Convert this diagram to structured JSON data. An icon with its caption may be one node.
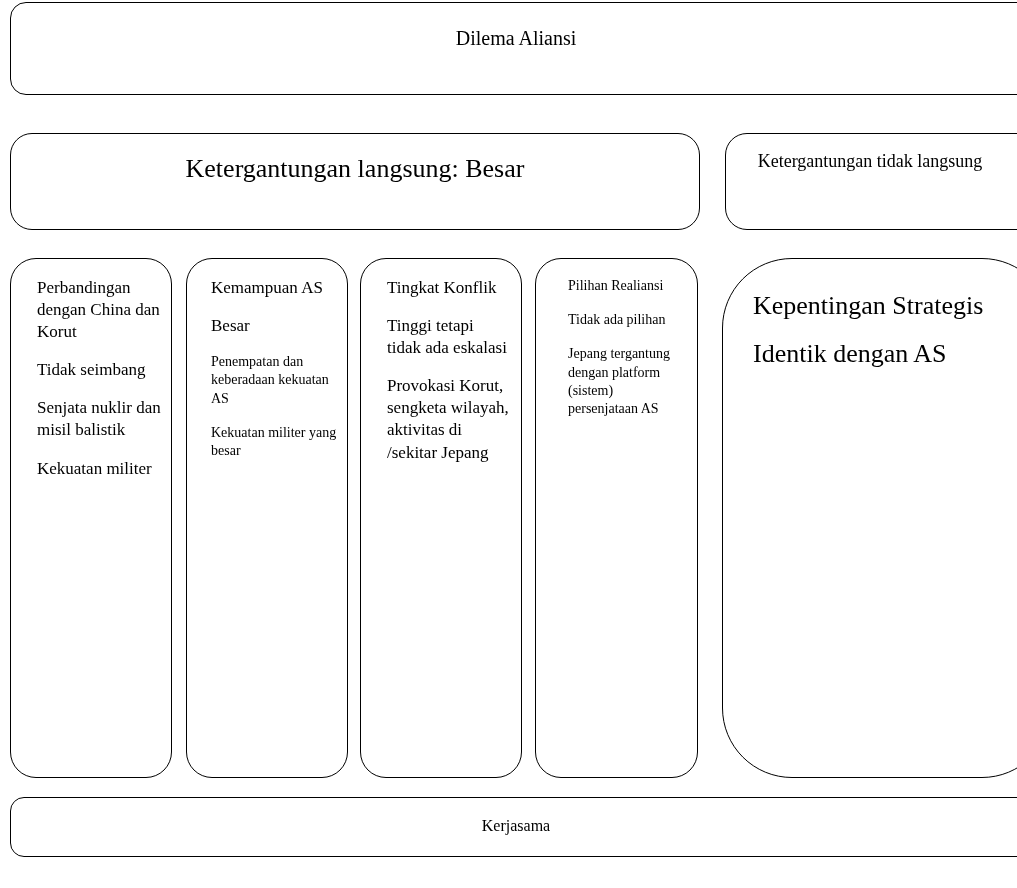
{
  "diagram": {
    "nodes": [
      {
        "text": [
          "Dilema Aliansi"
        ]
      },
      {
        "text": [
          "Ketergantungan langsung: Besar"
        ]
      },
      {
        "text": [
          "Ketergantungan tidak langsung"
        ]
      },
      {
        "text": [
          "Perbandingan dengan China dan Korut",
          "Tidak seimbang",
          "Senjata nuklir dan misil balistik",
          "Kekuatan militer"
        ]
      },
      {
        "text": [
          "Kemampuan AS",
          "Besar",
          "Penempatan dan keberadaan kekuatan AS",
          "Kekuatan militer yang besar"
        ]
      },
      {
        "text": [
          "Tingkat Konflik",
          "Tinggi tetapi tidak ada eskalasi",
          "Provokasi Korut, sengketa wilayah, aktivitas di /sekitar Jepang"
        ]
      },
      {
        "text": [
          "Pilihan Realiansi",
          "Tidak ada pilihan",
          "Jepang tergantung dengan platform (sistem) persenjataan AS"
        ]
      },
      {
        "text": [
          "Kepentingan Strategis",
          "Identik dengan AS"
        ]
      },
      {
        "text": [
          "Kerjasama"
        ]
      }
    ],
    "edges": []
  }
}
